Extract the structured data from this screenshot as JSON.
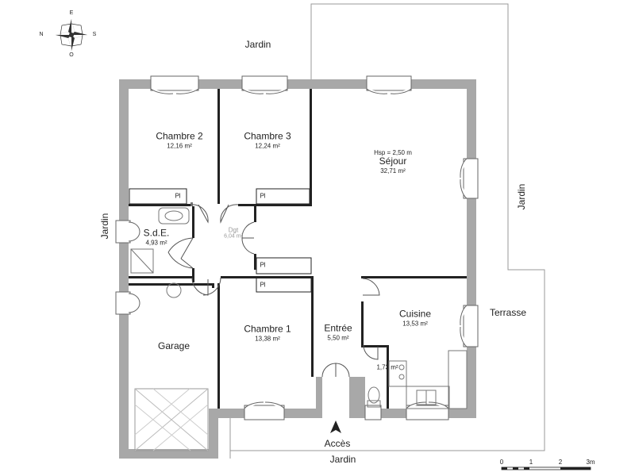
{
  "outside": {
    "jardin_top": "Jardin",
    "jardin_left": "Jardin",
    "jardin_right": "Jardin",
    "jardin_bottom": "Jardin",
    "terrasse": "Terrasse",
    "acces": "Accès"
  },
  "rooms": {
    "chambre2": {
      "name": "Chambre 2",
      "area": "12,16 m²"
    },
    "chambre3": {
      "name": "Chambre 3",
      "area": "12,24 m²"
    },
    "sejour": {
      "hsp": "Hsp = 2,50 m",
      "name": "Séjour",
      "area": "32,71 m²"
    },
    "sde": {
      "name": "S.d.E.",
      "area": "4,93 m²"
    },
    "dgt": {
      "name": "Dgt",
      "area": "6,04 m²"
    },
    "garage": {
      "name": "Garage"
    },
    "chambre1": {
      "name": "Chambre 1",
      "area": "13,38 m²"
    },
    "entree": {
      "name": "Entrée",
      "area": "5,50 m²"
    },
    "cuisine": {
      "name": "Cuisine",
      "area": "13,53 m²"
    },
    "wc": {
      "area": "1,73 m²"
    }
  },
  "placards": [
    "Pl",
    "Pl",
    "Pl",
    "Pl"
  ],
  "compass": {
    "n": "N",
    "e": "E",
    "s": "S",
    "o": "O"
  },
  "scale": {
    "ticks": [
      "0",
      "1",
      "2",
      "3m"
    ]
  },
  "colors": {
    "wall": "#a8a8a8",
    "wall_dark": "#8a8a8a",
    "line": "#222222",
    "fixture": "#888888"
  }
}
